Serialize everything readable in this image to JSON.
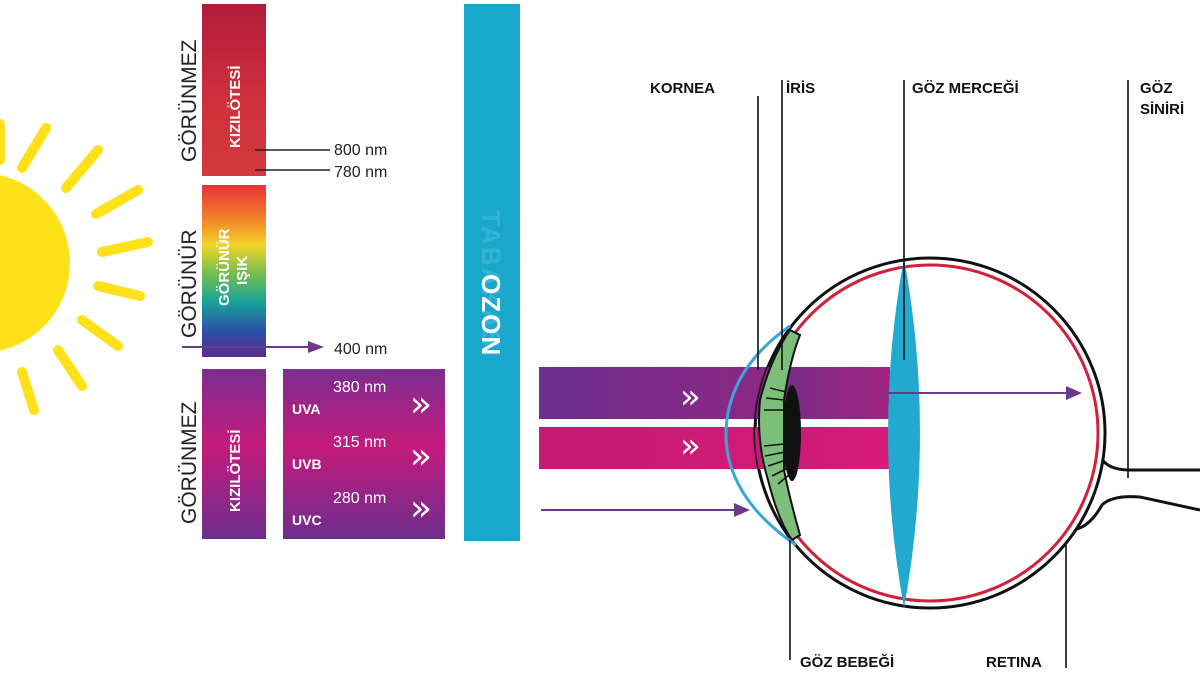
{
  "colors": {
    "sun": "#FFE11A",
    "infrared_top": "#C8213E",
    "infrared_uv_panel": "#8A2C8F",
    "uv_magenta": "#D01A78",
    "uv_purple": "#6A2E8C",
    "ozone": "#1AA7CC",
    "eye_outline": "#D0203A",
    "lens": "#22A9D0",
    "cornea": "#3AA6D6",
    "iris": "#7DBF7A",
    "arrow": "#6B3A8C"
  },
  "spectrum": {
    "infrared": {
      "side_label": "GÖRÜNMEZ",
      "band_label": "KIZILÖTESİ"
    },
    "visible": {
      "side_label": "GÖRÜNÜR",
      "band_label_line1": "GÖRÜNÜR",
      "band_label_line2": "IŞIK"
    },
    "ultraviolet": {
      "side_label": "GÖRÜNMEZ",
      "band_label": "KIZILÖTESİ"
    },
    "markers": [
      "800 nm",
      "780 nm",
      "400 nm"
    ]
  },
  "uv_bands": [
    {
      "name": "UVA",
      "nm": "380 nm",
      "chevron": "»"
    },
    {
      "name": "UVB",
      "nm": "315 nm",
      "chevron": "»"
    },
    {
      "name": "UVC",
      "nm": "280 nm",
      "chevron": "»"
    }
  ],
  "ozone": {
    "label_visible": "OZON",
    "label_faded": "TABAKASI"
  },
  "eye": {
    "labels": {
      "cornea": "KORNEA",
      "iris": "İRİS",
      "lens": "GÖZ MERCEĞİ",
      "optic_nerve_line1": "GÖZ",
      "optic_nerve_line2": "SİNİRİ",
      "pupil": "GÖZ BEBEĞİ",
      "retina": "RETINA"
    },
    "beam_chevrons": [
      "»",
      "»",
      "›",
      "›"
    ]
  }
}
